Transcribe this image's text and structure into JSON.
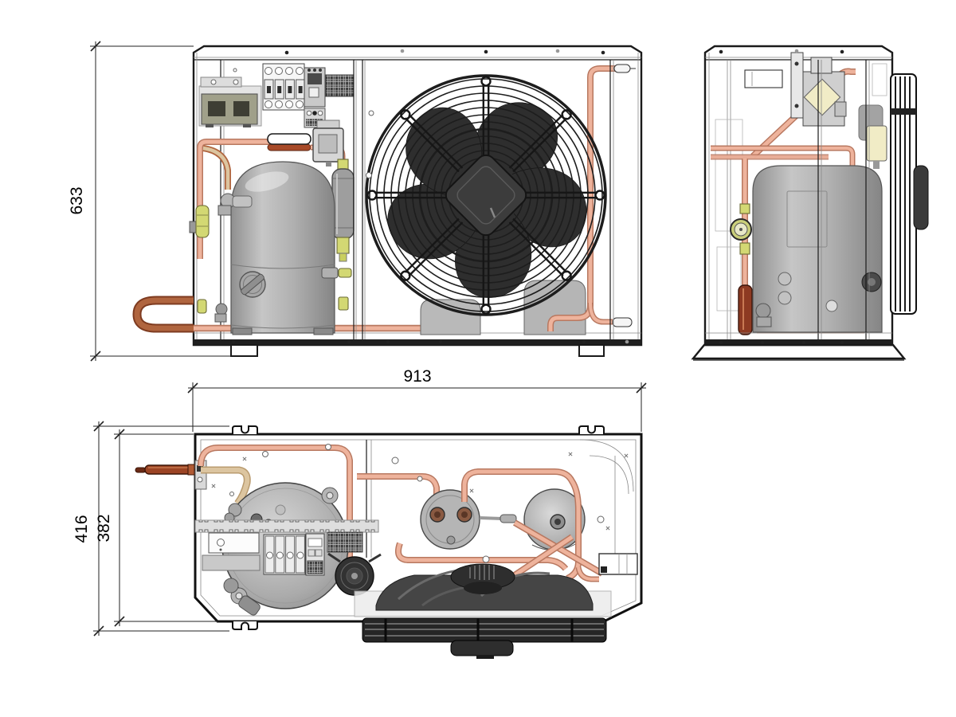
{
  "drawing": {
    "dimensions": {
      "front_height_mm": "633",
      "overall_width_mm": "913",
      "overall_depth_mm": "416",
      "body_depth_mm": "382"
    },
    "colors": {
      "line": "#1a1a1a",
      "dim_line": "#222222",
      "copper": "#b87860",
      "copper_light": "#eeb39c",
      "copper_dark": "#8d3a22",
      "copper_deep": "#7e3b20",
      "copper_mid": "#b0653f",
      "tan": "#dcc5a0",
      "tan_dark": "#b99b6f",
      "metal": "#b5b5b5",
      "metal_dark": "#8f8f8f",
      "fan_dark": "#262626",
      "valve_yellow": "#d3d873",
      "cream": "#f1ecc6",
      "controller_olive": "#a0a08a",
      "background": "#ffffff"
    }
  }
}
